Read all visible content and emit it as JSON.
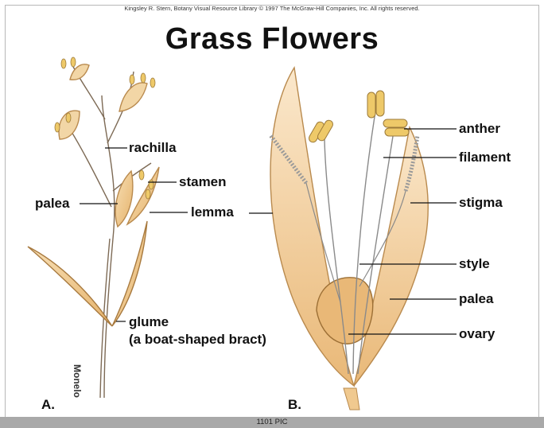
{
  "copyright": "Kingsley R. Stern, Botany Visual Resource Library © 1997 The McGraw-Hill Companies, Inc. All rights reserved.",
  "title": "Grass Flowers",
  "panel_a": {
    "panel_label": "A.",
    "labels": {
      "rachilla": "rachilla",
      "stamen": "stamen",
      "palea": "palea",
      "lemma": "lemma",
      "glume": "glume",
      "glume_note": "(a boat-shaped bract)"
    },
    "signature": "Monelo"
  },
  "panel_b": {
    "panel_label": "B.",
    "labels": {
      "anther": "anther",
      "filament": "filament",
      "stigma": "stigma",
      "style": "style",
      "palea": "palea",
      "ovary": "ovary"
    }
  },
  "footer": "1101 PIC",
  "colors": {
    "bract_fill": "#f0c98f",
    "bract_stroke": "#b98a4e",
    "anther": "#eec969",
    "stigma": "#9a9a9a",
    "leader": "#111111"
  }
}
